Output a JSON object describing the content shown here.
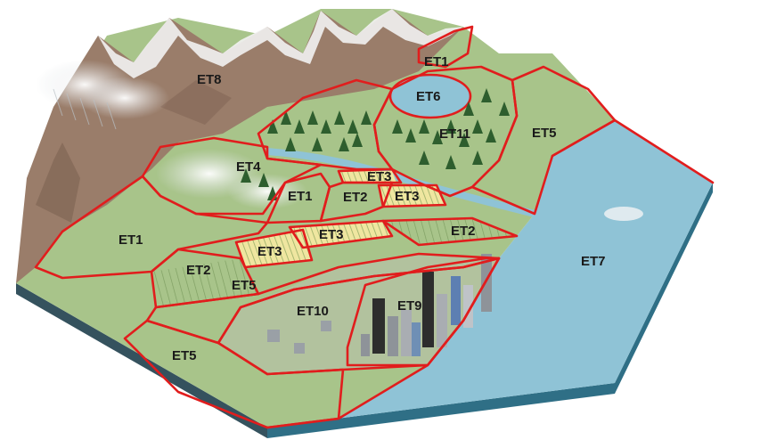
{
  "colors": {
    "land": "#a8c48a",
    "land_dark": "#8fae72",
    "water": "#8fc3d6",
    "water_edge": "#2f6f86",
    "soil_edge": "#35525e",
    "mountain": "#9a7d6a",
    "snow": "#f2f2f2",
    "boundary": "#e11d1d",
    "tree": "#2e5e2e",
    "crop": "#f2e9a8",
    "urban": "#c9ccd1"
  },
  "zones": {
    "et1_top": "ET1",
    "et6": "ET6",
    "et8": "ET8",
    "et11": "ET11",
    "et5_east": "ET5",
    "et4": "ET4",
    "et3_a": "ET3",
    "et1_mid": "ET1",
    "et2_mid": "ET2",
    "et3_b": "ET3",
    "et1_west": "ET1",
    "et3_c": "ET3",
    "et3_d": "ET3",
    "et2_east": "ET2",
    "et7": "ET7",
    "et2_west": "ET2",
    "et5_mid": "ET5",
    "et10": "ET10",
    "et9": "ET9",
    "et5_south": "ET5"
  },
  "icons": [
    "mountain-icon",
    "forest-icon",
    "cloud-icon",
    "building-icon",
    "lake-icon",
    "rain-icon"
  ]
}
